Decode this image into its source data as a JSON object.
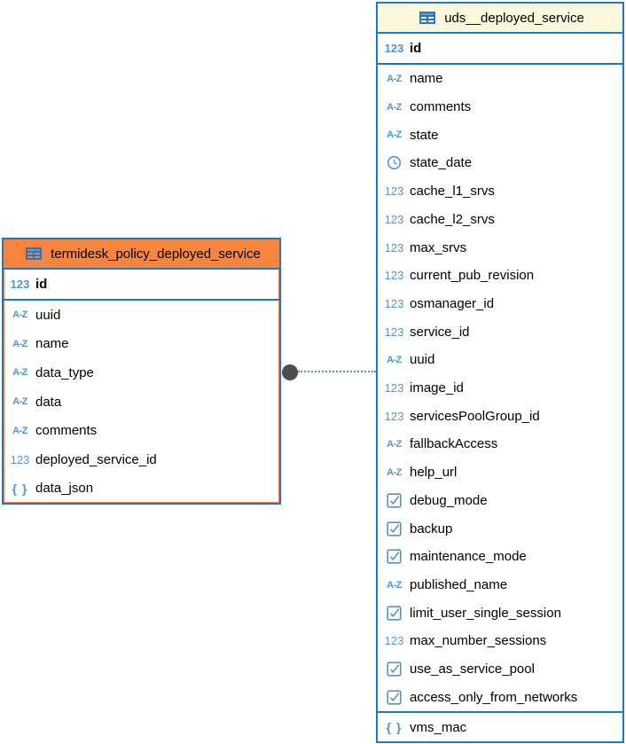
{
  "colors": {
    "entity_border": "#1b7ac1",
    "icon_blue": "#4e96cf",
    "left_header_bg": "#f7853e",
    "right_header_bg": "#fbf8dd",
    "relation_dot": "#4d4d4d",
    "relation_line": "#4e96cf"
  },
  "icon_glyphs": {
    "numeric": "123",
    "text": "A-Z",
    "json": "{ }"
  },
  "relationship": {
    "style": "dotted",
    "from_table": "termidesk_policy_deployed_service",
    "to_table": "uds__deployed_service"
  },
  "tables": [
    {
      "title": "termidesk_policy_deployed_service",
      "pk": {
        "icon": "numeric",
        "label": "id"
      },
      "columns": [
        {
          "icon": "text",
          "label": "uuid"
        },
        {
          "icon": "text",
          "label": "name"
        },
        {
          "icon": "text",
          "label": "data_type"
        },
        {
          "icon": "text",
          "label": "data"
        },
        {
          "icon": "text",
          "label": "comments"
        },
        {
          "icon": "numeric",
          "label": "deployed_service_id"
        },
        {
          "icon": "json",
          "label": "data_json"
        }
      ]
    },
    {
      "title": "uds__deployed_service",
      "pk": {
        "icon": "numeric",
        "label": "id"
      },
      "columns": [
        {
          "icon": "text",
          "label": "name"
        },
        {
          "icon": "text",
          "label": "comments"
        },
        {
          "icon": "text",
          "label": "state"
        },
        {
          "icon": "datetime",
          "label": "state_date"
        },
        {
          "icon": "numeric",
          "label": "cache_l1_srvs"
        },
        {
          "icon": "numeric",
          "label": "cache_l2_srvs"
        },
        {
          "icon": "numeric",
          "label": "max_srvs"
        },
        {
          "icon": "numeric",
          "label": "current_pub_revision"
        },
        {
          "icon": "numeric",
          "label": "osmanager_id"
        },
        {
          "icon": "numeric",
          "label": "service_id"
        },
        {
          "icon": "text",
          "label": "uuid"
        },
        {
          "icon": "numeric",
          "label": "image_id"
        },
        {
          "icon": "numeric",
          "label": "servicesPoolGroup_id"
        },
        {
          "icon": "text",
          "label": "fallbackAccess"
        },
        {
          "icon": "text",
          "label": "help_url"
        },
        {
          "icon": "boolean",
          "label": "debug_mode"
        },
        {
          "icon": "boolean",
          "label": "backup"
        },
        {
          "icon": "boolean",
          "label": "maintenance_mode"
        },
        {
          "icon": "text",
          "label": "published_name"
        },
        {
          "icon": "boolean",
          "label": "limit_user_single_session"
        },
        {
          "icon": "numeric",
          "label": "max_number_sessions"
        },
        {
          "icon": "boolean",
          "label": "use_as_service_pool"
        },
        {
          "icon": "boolean",
          "label": "access_only_from_networks"
        },
        {
          "icon": "json",
          "label": "vms_mac",
          "separator_before": true
        }
      ]
    }
  ]
}
